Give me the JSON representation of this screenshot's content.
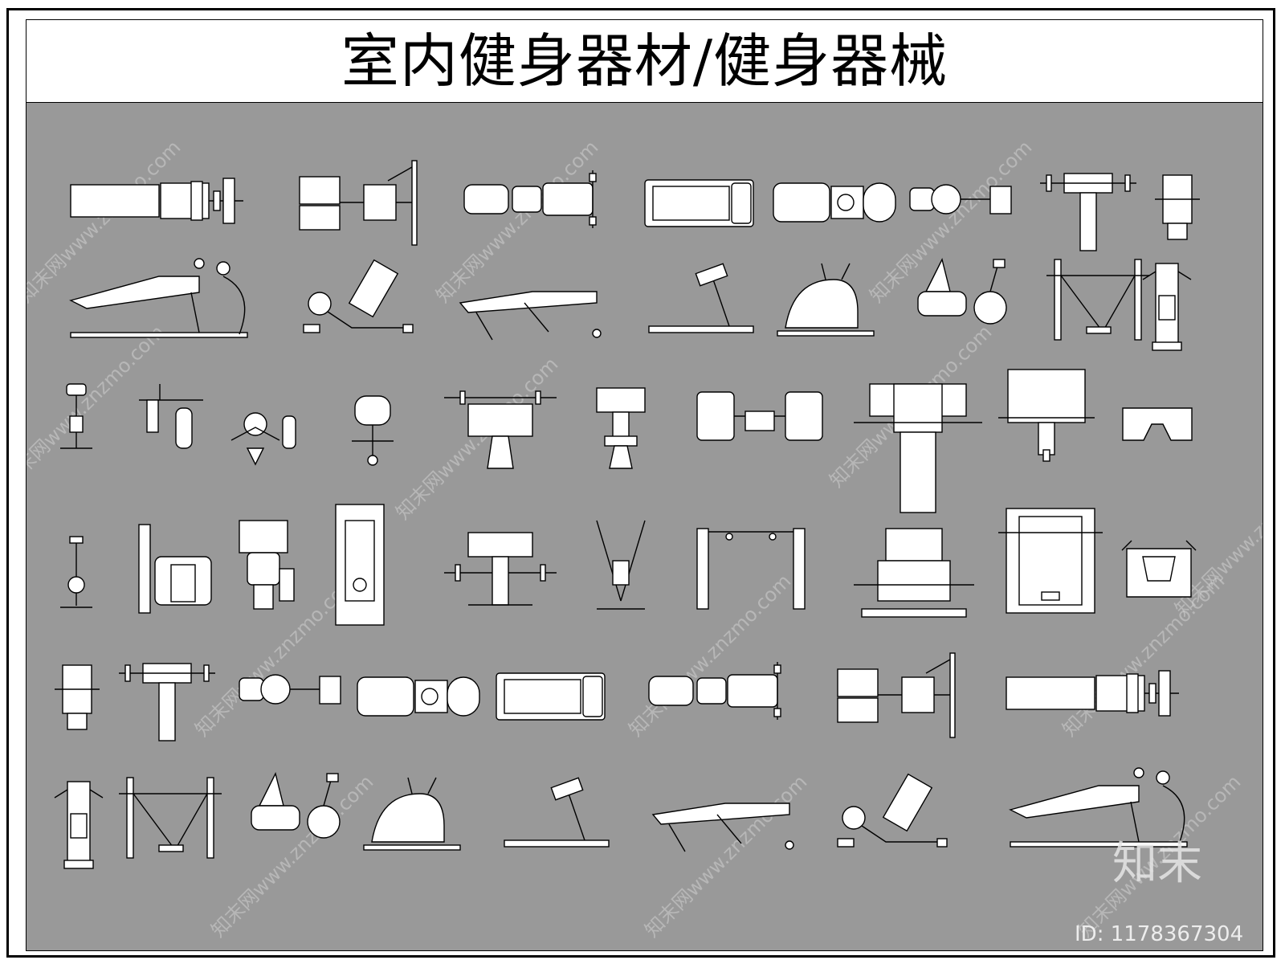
{
  "title": "室内健身器材/健身器械",
  "watermark_text": "知末网www.znzmo.com",
  "brand_logo": "知末",
  "image_id": "ID: 1178367304",
  "colors": {
    "canvas": "#999999",
    "line": "#000000",
    "fill": "#ffffff",
    "frame": "#000000"
  },
  "equipment_rows": [
    [
      "flat-bench-plan",
      "bench-press-rack-plan",
      "adjustable-bench-plan",
      "treadmill-plan",
      "elliptical-plan",
      "recumbent-bike-plan",
      "squat-rack-plan",
      "multi-gym-plan"
    ],
    [
      "incline-leg-press-side",
      "hyperextension-bench-side",
      "decline-bench-side",
      "treadmill-side",
      "elliptical-side",
      "recumbent-bike-side",
      "power-rack-side",
      "multi-gym-front"
    ],
    [
      "upright-bike-plan",
      "pec-deck-plan",
      "chest-press-plan",
      "rotary-torso-plan",
      "olympic-bench-plan",
      "row-station-plan",
      "dual-station-plan",
      "leg-press-plan",
      "smith-machine-plan",
      "abdominal-machine-plan"
    ],
    [
      "upright-bike-side",
      "lat-pulldown-side",
      "shoulder-press-front",
      "single-stack-side",
      "olympic-bench-front",
      "vertical-row-front",
      "cable-crossover-front",
      "leg-press-front",
      "power-rack-front",
      "abdominal-machine-front"
    ],
    [
      "multi-gym-plan",
      "squat-rack-plan",
      "recumbent-bike-plan",
      "elliptical-plan",
      "treadmill-plan",
      "adjustable-bench-plan",
      "bench-press-rack-plan",
      "flat-bench-plan"
    ],
    [
      "multi-gym-front",
      "power-rack-side",
      "recumbent-bike-side",
      "elliptical-side",
      "treadmill-side",
      "decline-bench-side",
      "hyperextension-bench-side",
      "incline-leg-press-side"
    ]
  ]
}
